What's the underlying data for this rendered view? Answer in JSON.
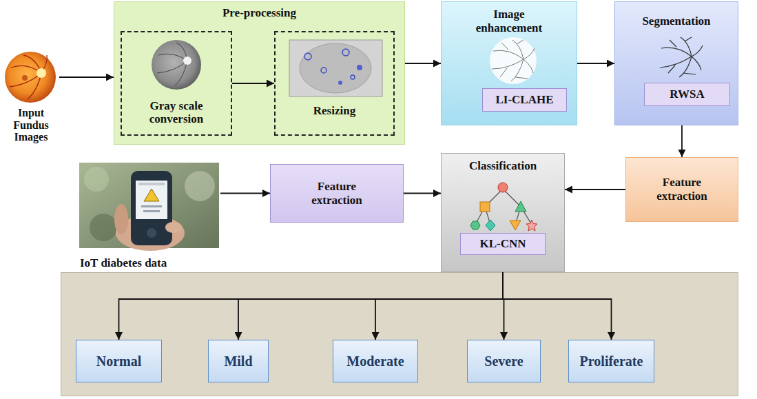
{
  "diagram": {
    "nodes": [
      {
        "text": [
          "Input Fundus Images"
        ]
      },
      {
        "text": [
          "Pre-processing"
        ]
      },
      {
        "text": [
          "Gray scale conversion"
        ],
        "in": 1
      },
      {
        "text": [
          "Resizing"
        ],
        "in": 1
      },
      {
        "text": [
          "Image enhancement"
        ]
      },
      {
        "text": [
          "LI-CLAHE"
        ],
        "in": 4
      },
      {
        "text": [
          "Segmentation"
        ]
      },
      {
        "text": [
          "RWSA"
        ],
        "in": 6
      },
      {
        "text": [
          "IoT diabetes data"
        ]
      },
      {
        "text": [
          "Feature extraction"
        ]
      },
      {
        "text": [
          "Classification"
        ]
      },
      {
        "text": [
          "KL-CNN"
        ],
        "in": 10
      },
      {
        "text": [
          "Feature extraction"
        ]
      },
      {
        "text": [
          "Normal"
        ]
      },
      {
        "text": [
          "Mild"
        ]
      },
      {
        "text": [
          "Moderate"
        ]
      },
      {
        "text": [
          "Severe"
        ]
      },
      {
        "text": [
          "Proliferate"
        ]
      }
    ],
    "edges": [
      {
        "from": 0,
        "to": 1,
        "arrow": "to"
      },
      {
        "from": 2,
        "to": 3,
        "arrow": "to"
      },
      {
        "from": 1,
        "to": 4,
        "arrow": "to"
      },
      {
        "from": 4,
        "to": 6,
        "arrow": "to"
      },
      {
        "from": 6,
        "to": 12,
        "arrow": "to"
      },
      {
        "from": 12,
        "to": 10,
        "arrow": "to"
      },
      {
        "from": 8,
        "to": 9,
        "arrow": "to"
      },
      {
        "from": 9,
        "to": 10,
        "arrow": "to"
      },
      {
        "from": 10,
        "to": 13,
        "arrow": "to"
      },
      {
        "from": 10,
        "to": 14,
        "arrow": "to"
      },
      {
        "from": 10,
        "to": 15,
        "arrow": "to"
      },
      {
        "from": 10,
        "to": 16,
        "arrow": "to"
      },
      {
        "from": 10,
        "to": 17,
        "arrow": "to"
      }
    ]
  }
}
